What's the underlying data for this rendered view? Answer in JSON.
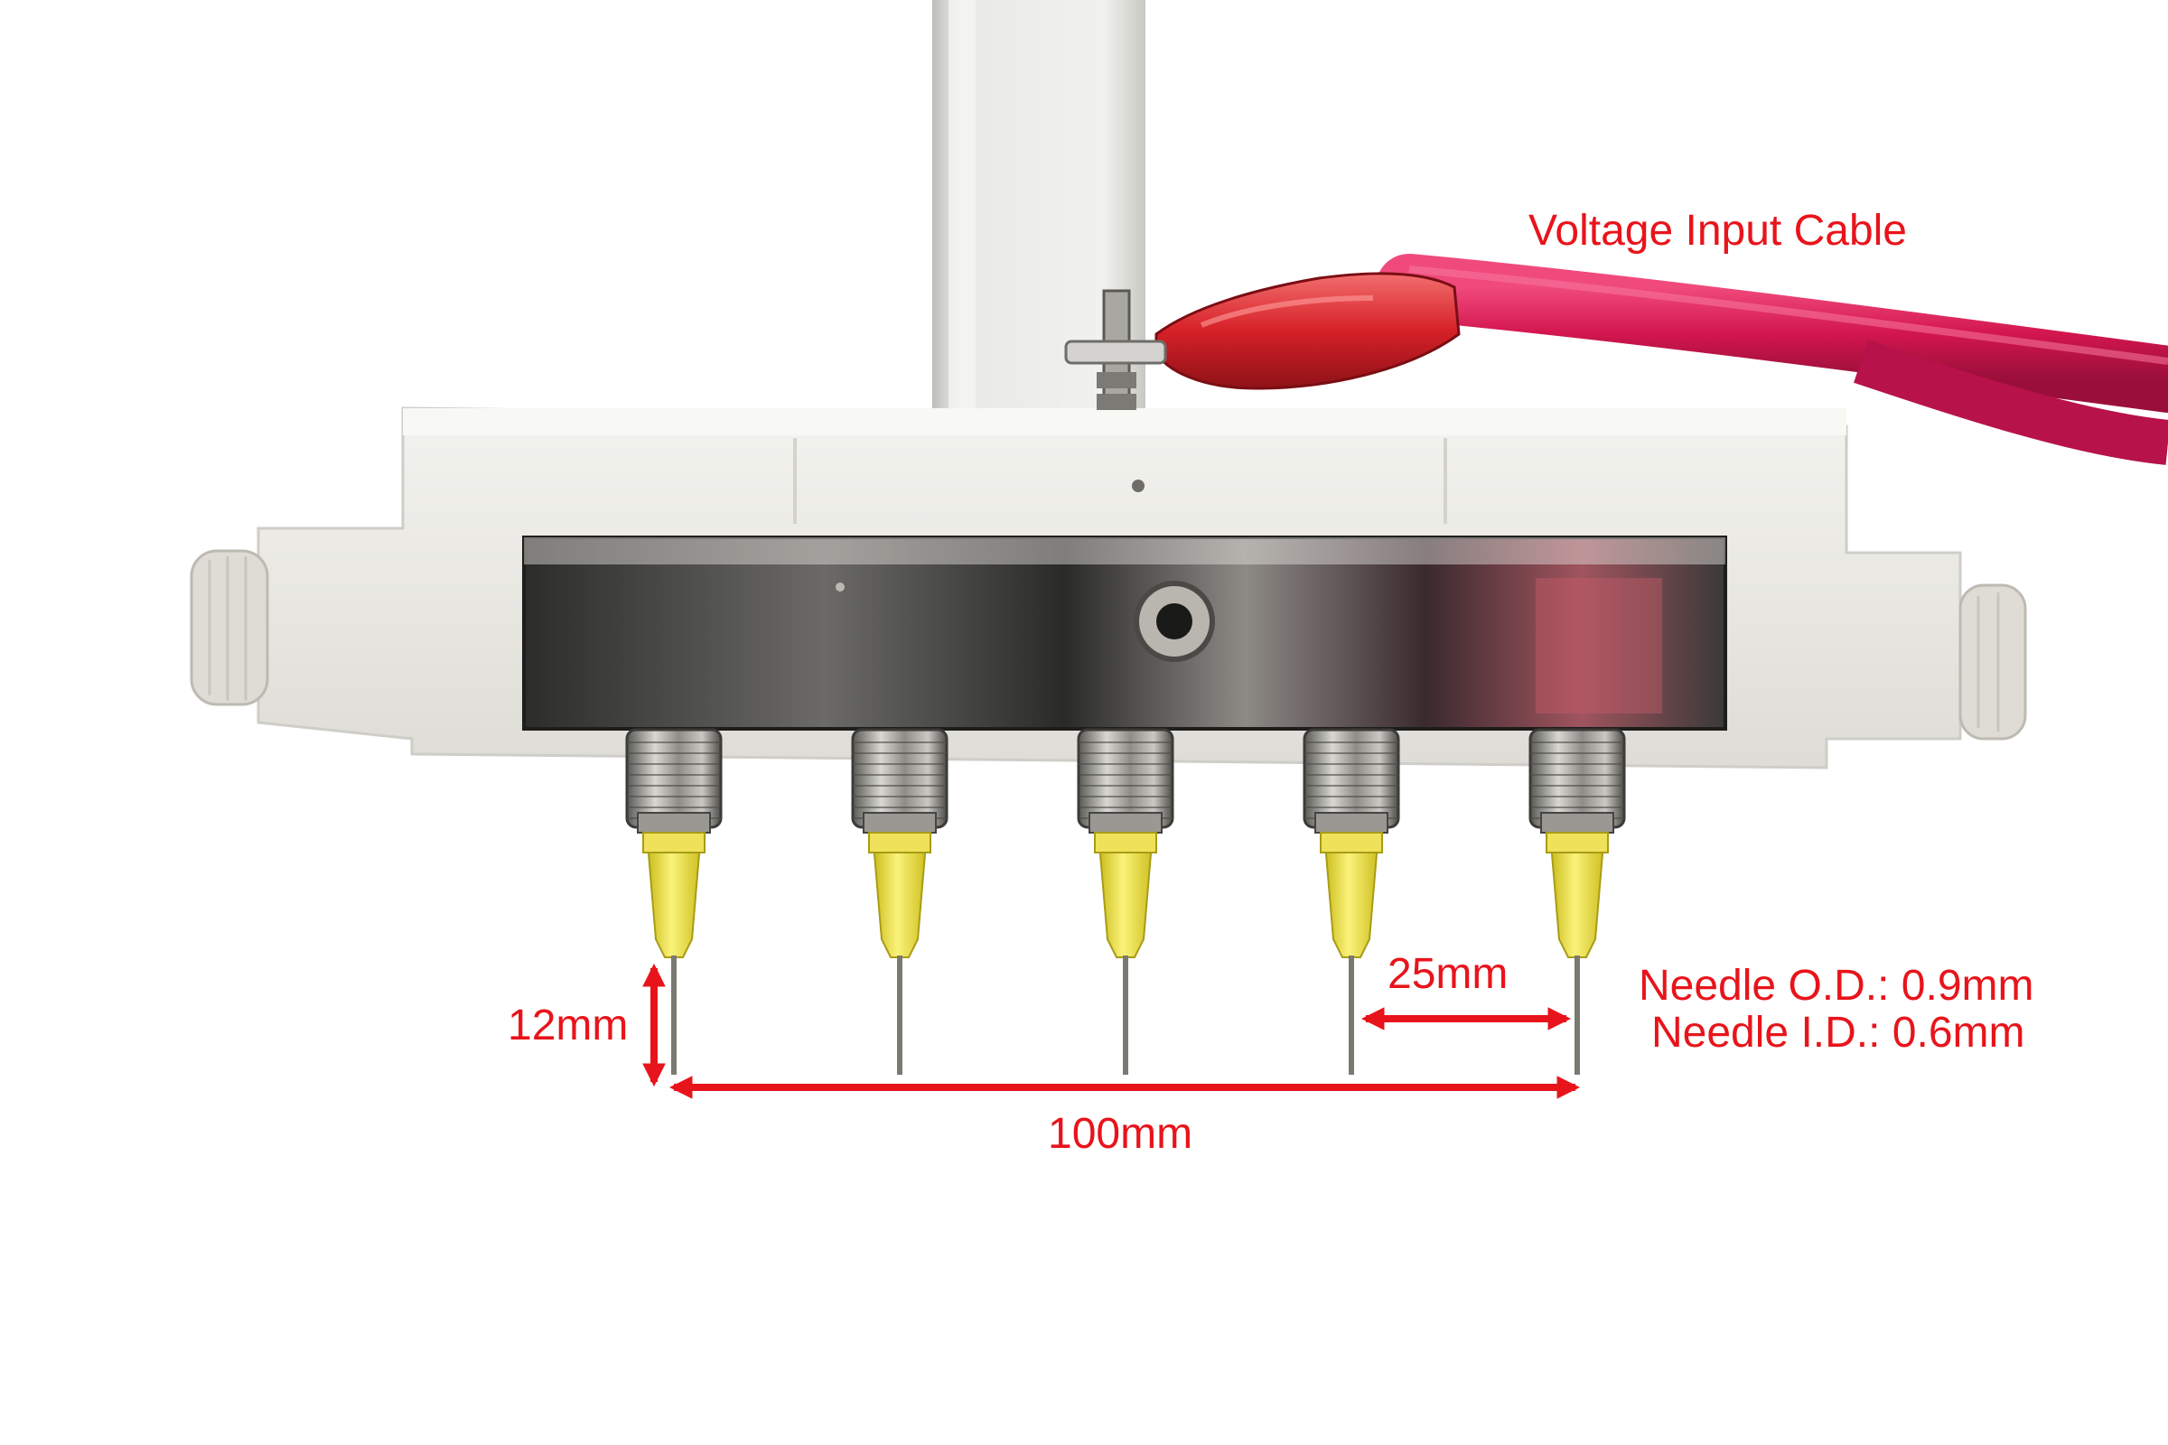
{
  "annotations": {
    "cable": "Voltage Input Cable",
    "needle_length": "12mm",
    "needle_pitch": "25mm",
    "total_span": "100mm",
    "needle_od": "Needle O.D.: 0.9mm",
    "needle_id": "Needle I.D.: 0.6mm"
  },
  "colors": {
    "annotation": "#e8141b",
    "cable": "#d81b55",
    "clip": "#d6232a",
    "needle_hub": "#f2e63c",
    "body": "#ecebe6",
    "steel": "#3a3a38",
    "background": "#ffffff"
  },
  "needle_count": 5
}
